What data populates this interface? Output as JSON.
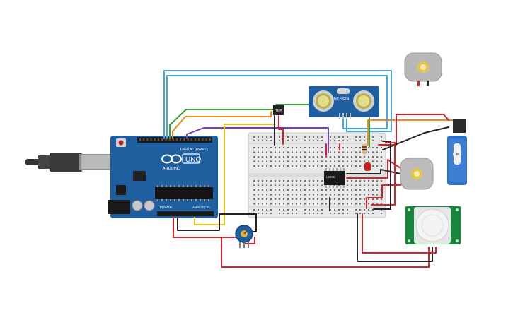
{
  "arduino": {
    "brand": "ARDUINO",
    "model": "UNO",
    "digital_label": "DIGITAL (PWM~)",
    "power_label": "POWER",
    "analog_label": "ANALOG IN"
  },
  "ultrasonic": {
    "label": "HC-SR04"
  },
  "temp_sensor": {
    "label": "TMP"
  },
  "ic_chip": {
    "label": "L293D"
  },
  "colors": {
    "board": "#1f5fa0",
    "breadboard": "#e9e9e9",
    "wire_red": "#d8222a",
    "wire_black": "#222222",
    "wire_cyan": "#42a7d6",
    "wire_green": "#33a033",
    "wire_orange": "#ef8a1c",
    "wire_purple": "#7b3fb0",
    "wire_yellow": "#f2c21c",
    "pir_board": "#17863a",
    "servo": "#2f6fc0"
  }
}
